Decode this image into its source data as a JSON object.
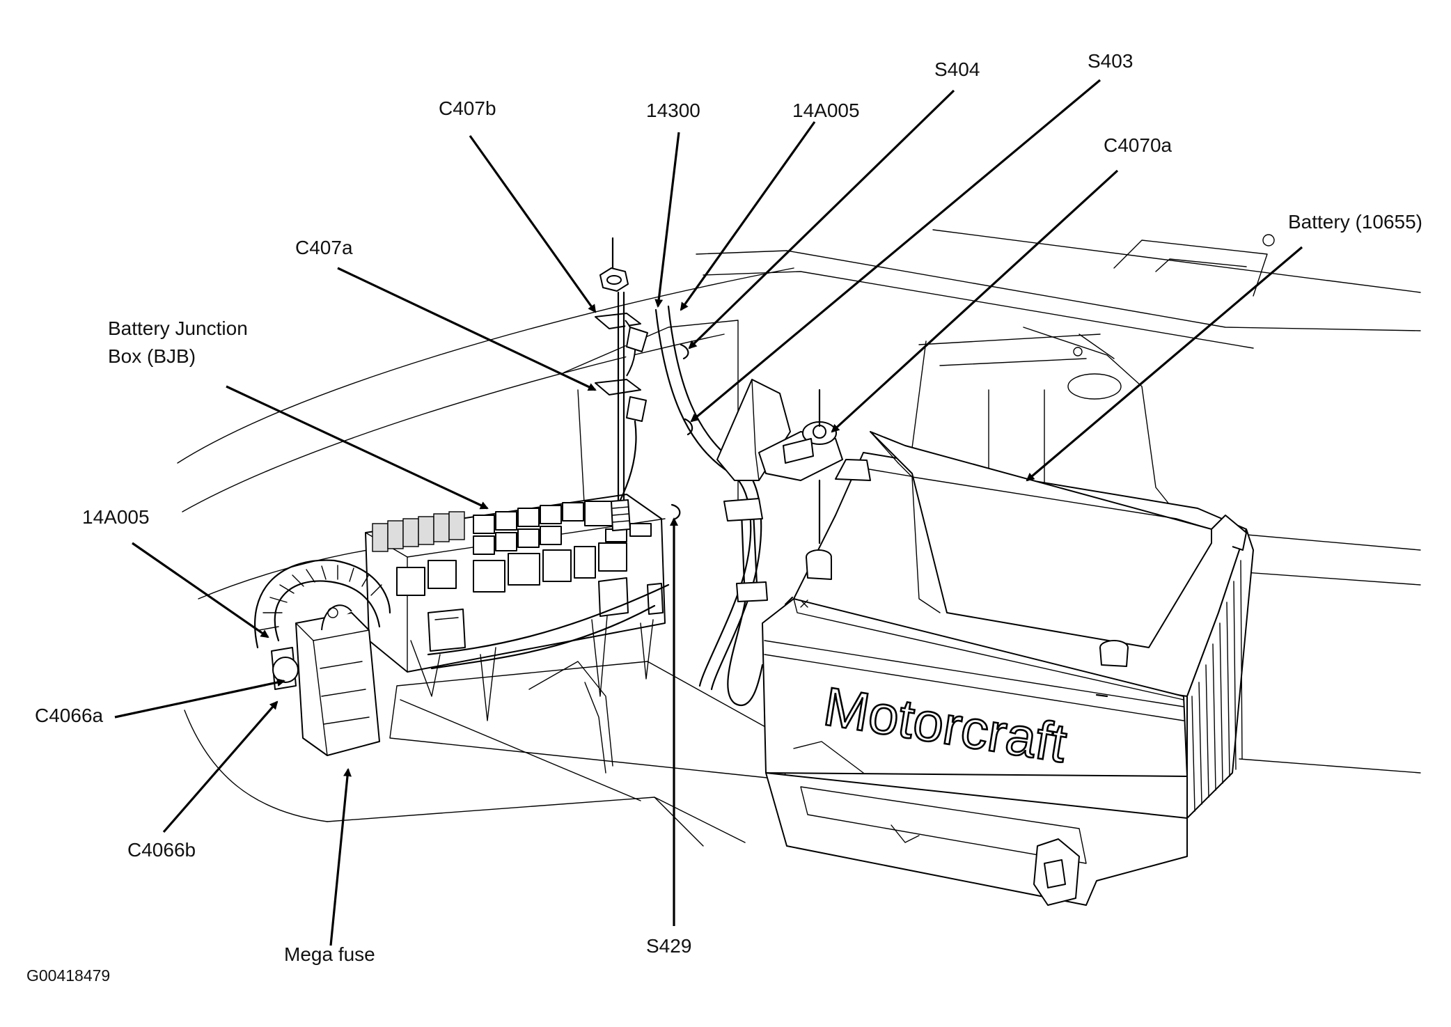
{
  "figure_id": "G00418479",
  "brand_text": "Motorcraft",
  "labels": {
    "c407b": "C407b",
    "n14300": "14300",
    "n14a005_top": "14A005",
    "s404": "S404",
    "s403": "S403",
    "c4070a": "C4070a",
    "battery": "Battery (10655)",
    "c407a": "C407a",
    "bjb_line1": "Battery Junction",
    "bjb_line2": "Box (BJB)",
    "n14a005_left": "14A005",
    "c4066a": "C4066a",
    "c4066b": "C4066b",
    "mega_fuse": "Mega fuse",
    "s429": "S429"
  }
}
